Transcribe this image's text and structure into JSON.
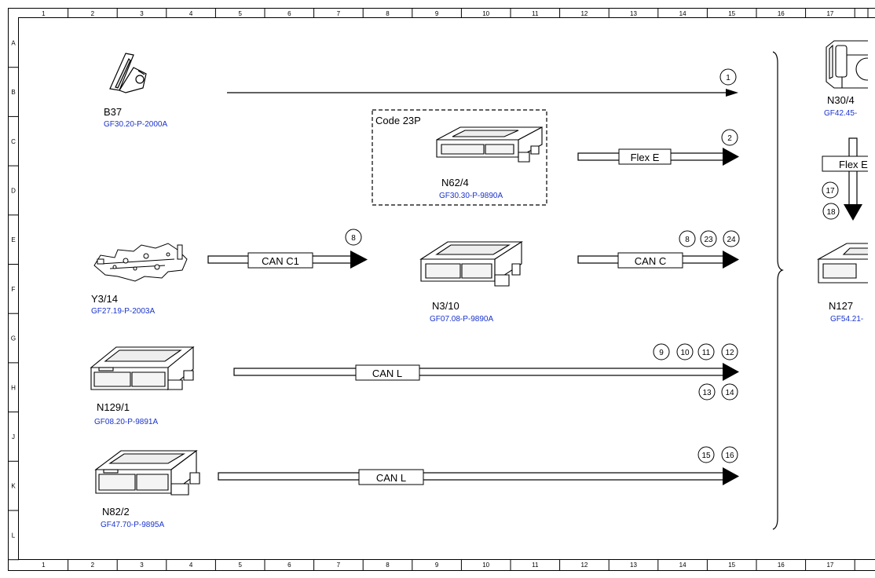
{
  "grid": {
    "columns": [
      "1",
      "2",
      "3",
      "4",
      "5",
      "6",
      "7",
      "8",
      "9",
      "10",
      "11",
      "12",
      "13",
      "14",
      "15",
      "16",
      "17"
    ],
    "rows": [
      "A",
      "B",
      "C",
      "D",
      "E",
      "F",
      "G",
      "H",
      "J",
      "K",
      "L"
    ]
  },
  "components": {
    "b37": {
      "code": "B37",
      "ref": "GF30.20-P-2000A"
    },
    "n62_4": {
      "code": "N62/4",
      "ref": "GF30.30-P-9890A",
      "option_label": "Code 23P"
    },
    "y3_14": {
      "code": "Y3/14",
      "ref": "GF27.19-P-2003A"
    },
    "n3_10": {
      "code": "N3/10",
      "ref": "GF07.08-P-9890A"
    },
    "n129_1": {
      "code": "N129/1",
      "ref": "GF08.20-P-9891A"
    },
    "n82_2": {
      "code": "N82/2",
      "ref": "GF47.70-P-9895A"
    },
    "n30_4": {
      "code": "N30/4",
      "ref": "GF42.45-"
    },
    "n127": {
      "code": "N127",
      "ref": "GF54.21-"
    }
  },
  "buses": {
    "flex_e": "Flex E",
    "can_c1": "CAN C1",
    "can_c": "CAN C",
    "can_l_1": "CAN L",
    "can_l_2": "CAN L",
    "flex_e_right": "Flex E"
  },
  "signals": {
    "s1": "1",
    "s2": "2",
    "s8a": "8",
    "s8b": "8",
    "s23": "23",
    "s24": "24",
    "s9": "9",
    "s10": "10",
    "s11": "11",
    "s12": "12",
    "s13": "13",
    "s14": "14",
    "s15": "15",
    "s16": "16",
    "s17": "17",
    "s18": "18"
  }
}
